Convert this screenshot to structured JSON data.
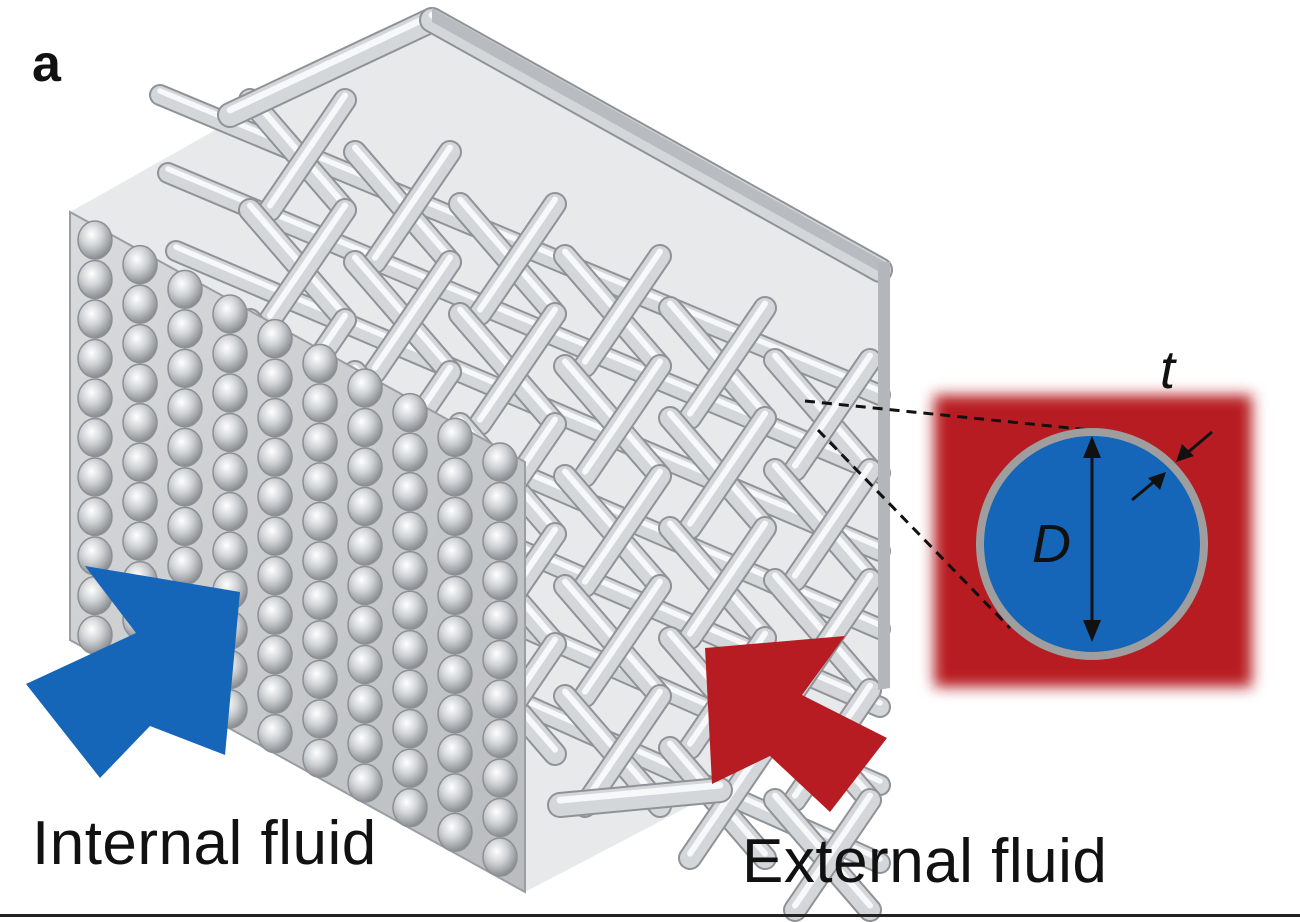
{
  "figure": {
    "panel_label": "a",
    "labels": {
      "internal_fluid": "Internal fluid",
      "external_fluid": "External fluid"
    },
    "inset": {
      "thickness_symbol": "t",
      "diameter_symbol": "D"
    },
    "colors": {
      "internal_fluid": "#1565b8",
      "external_fluid": "#b71c22",
      "tube_wall": "#9e9e9e",
      "lattice_metal": "#c9ccd0"
    }
  }
}
